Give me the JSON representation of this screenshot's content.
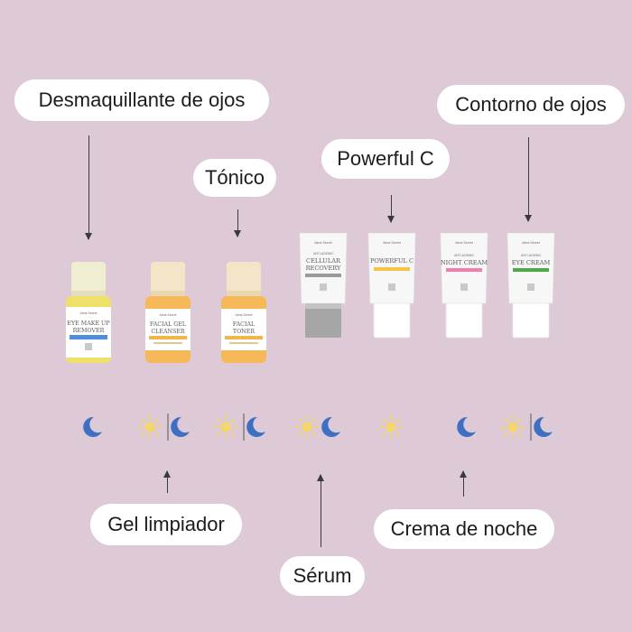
{
  "labels": {
    "desmaquillante": "Desmaquillante de ojos",
    "tonico": "Tónico",
    "powerful": "Powerful C",
    "contorno": "Contorno de ojos",
    "gel": "Gel limpiador",
    "serum": "Sérum",
    "crema": "Crema de noche"
  },
  "products": {
    "brand": "Alma Secret",
    "eye_makeup_remover": {
      "line1": "EYE MAKE UP",
      "line2": "REMOVER"
    },
    "facial_gel_cleanser": {
      "line1": "FACIAL GEL",
      "line2": "CLEANSER"
    },
    "facial_toner": {
      "line1": "FACIAL",
      "line2": "TONER"
    },
    "cellular_recovery": {
      "top": "ANTI-AGEING",
      "line1": "CELLULAR",
      "line2": "RECOVERY"
    },
    "powerful_c": {
      "line1": "POWERFUL C"
    },
    "night_cream": {
      "top": "ANTI-AGEING",
      "line1": "NIGHT CREAM"
    },
    "eye_cream": {
      "top": "ANTI-AGEING",
      "line1": "EYE CREAM"
    }
  },
  "colors": {
    "background": "#ddcad6",
    "remover_cap": "#f0eed2",
    "remover_liquid": "#efe06a",
    "orange_cap": "#f3e6c8",
    "orange_liquid": "#f7b85a",
    "sun": "#f5d66a",
    "moon": "#3d6fc3",
    "divider": "#555555",
    "remover_band": "#4f8de0",
    "cleanser_band": "#f2b54a",
    "cellular_cap": "#a6a6a6",
    "powerful_band": "#f7c24a",
    "night_band": "#f07fb0",
    "eye_band": "#4eaa46"
  }
}
